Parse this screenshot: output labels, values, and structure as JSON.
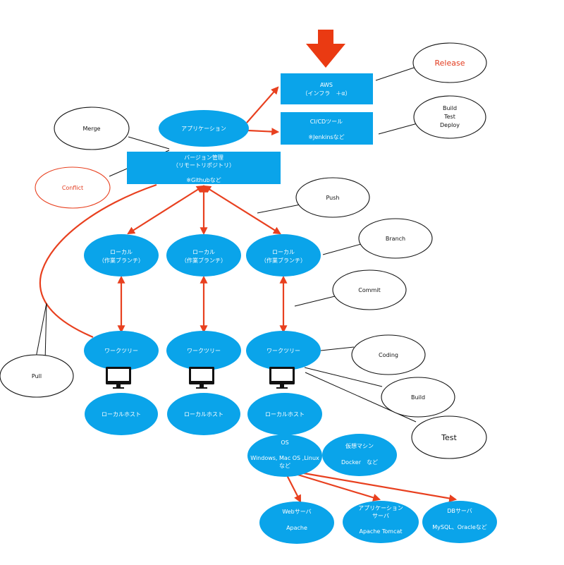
{
  "colors": {
    "node_blue": "#0aa4ea",
    "arrow_red": "#e8401f",
    "text_red": "#e23a1e",
    "outline": "#111111"
  },
  "boxes": {
    "aws": [
      "AWS",
      "（インフラ　＋α）"
    ],
    "cicd": [
      "CI/CDツール",
      "",
      "※Jenkinsなど"
    ],
    "vcs": [
      "バージョン管理",
      "（リモートリポジトリ）",
      "",
      "※Githubなど"
    ]
  },
  "nodes": {
    "application": "アプリケーション",
    "local": [
      "ローカル",
      "（作業ブランチ）"
    ],
    "worktree": "ワークツリー",
    "localhost": "ローカルホスト",
    "os": [
      "OS",
      "",
      "Windows, Mac OS ,Linux",
      "など"
    ],
    "vm": [
      "仮想マシン",
      "",
      "Docker　など"
    ],
    "web": [
      "Webサーバ",
      "",
      "Apache"
    ],
    "appserver": [
      "アプリケーション",
      "サーバ",
      "",
      "Apache Tomcat"
    ],
    "db": [
      "DBサーバ",
      "",
      "MySQL、Oracleなど"
    ]
  },
  "bubbles": {
    "release": "Release",
    "build_test_deploy": [
      "Build",
      "Test",
      "Deploy"
    ],
    "merge": "Merge",
    "conflict": "Conflict",
    "push": "Push",
    "branch": "Branch",
    "commit": "Commit",
    "coding": "Coding",
    "build": "Build",
    "test": "Test",
    "pull": "Pull"
  },
  "icons": {
    "down_arrow": "big-red-down-arrow",
    "monitor": "monitor-icon"
  }
}
